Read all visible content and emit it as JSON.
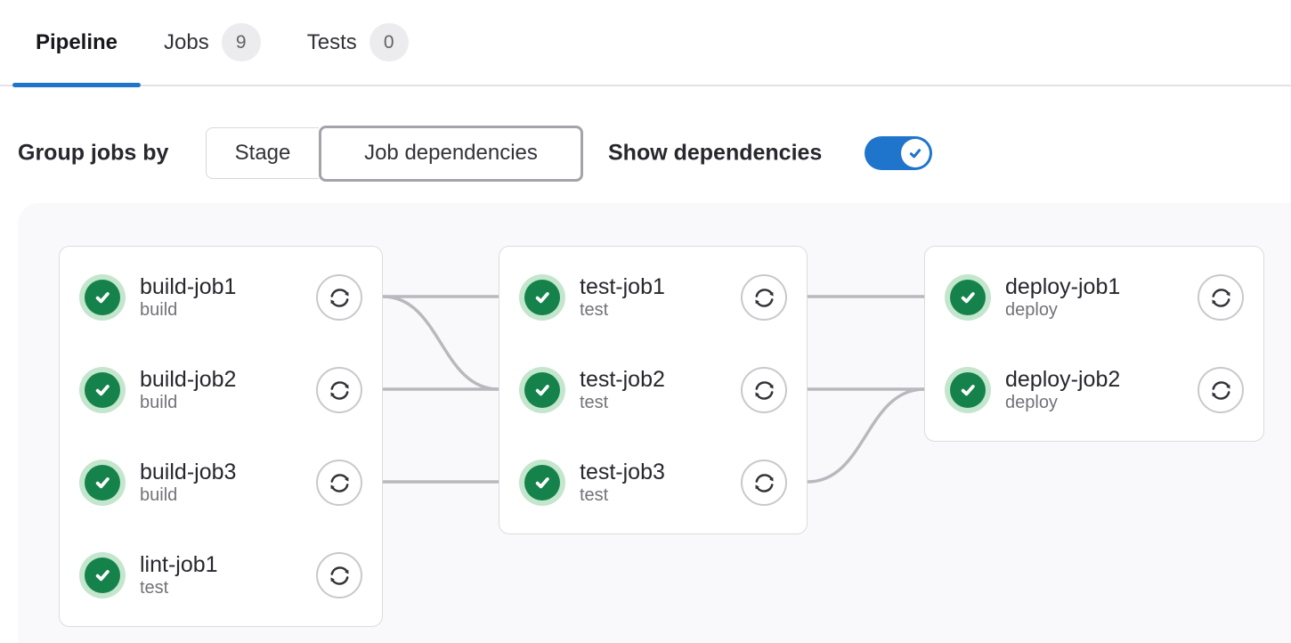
{
  "tabs": [
    {
      "label": "Pipeline",
      "active": true
    },
    {
      "label": "Jobs",
      "count": "9",
      "active": false
    },
    {
      "label": "Tests",
      "count": "0",
      "active": false
    }
  ],
  "controls": {
    "group_label": "Group jobs by",
    "segments": [
      {
        "label": "Stage",
        "selected": false
      },
      {
        "label": "Job dependencies",
        "selected": true
      }
    ],
    "show_dependencies_label": "Show dependencies",
    "show_dependencies_on": true
  },
  "pipeline": {
    "groups": [
      {
        "jobs": [
          {
            "name": "build-job1",
            "stage": "build",
            "status": "success"
          },
          {
            "name": "build-job2",
            "stage": "build",
            "status": "success"
          },
          {
            "name": "build-job3",
            "stage": "build",
            "status": "success"
          },
          {
            "name": "lint-job1",
            "stage": "test",
            "status": "success"
          }
        ]
      },
      {
        "jobs": [
          {
            "name": "test-job1",
            "stage": "test",
            "status": "success"
          },
          {
            "name": "test-job2",
            "stage": "test",
            "status": "success"
          },
          {
            "name": "test-job3",
            "stage": "test",
            "status": "success"
          }
        ]
      },
      {
        "jobs": [
          {
            "name": "deploy-job1",
            "stage": "deploy",
            "status": "success"
          },
          {
            "name": "deploy-job2",
            "stage": "deploy",
            "status": "success"
          }
        ]
      }
    ],
    "links": [
      {
        "from": "build-job1",
        "to": "test-job1"
      },
      {
        "from": "build-job1",
        "to": "test-job2"
      },
      {
        "from": "build-job2",
        "to": "test-job2"
      },
      {
        "from": "build-job3",
        "to": "test-job3"
      },
      {
        "from": "test-job1",
        "to": "deploy-job1"
      },
      {
        "from": "test-job2",
        "to": "deploy-job2"
      },
      {
        "from": "test-job3",
        "to": "deploy-job2"
      }
    ]
  },
  "colors": {
    "accent_blue": "#1f75cb",
    "success_green": "#15824b",
    "success_ring": "#c3e6cd",
    "link_gray": "#b9b8be",
    "card_border": "#dcdcde",
    "graph_background": "#f9f9fb"
  }
}
